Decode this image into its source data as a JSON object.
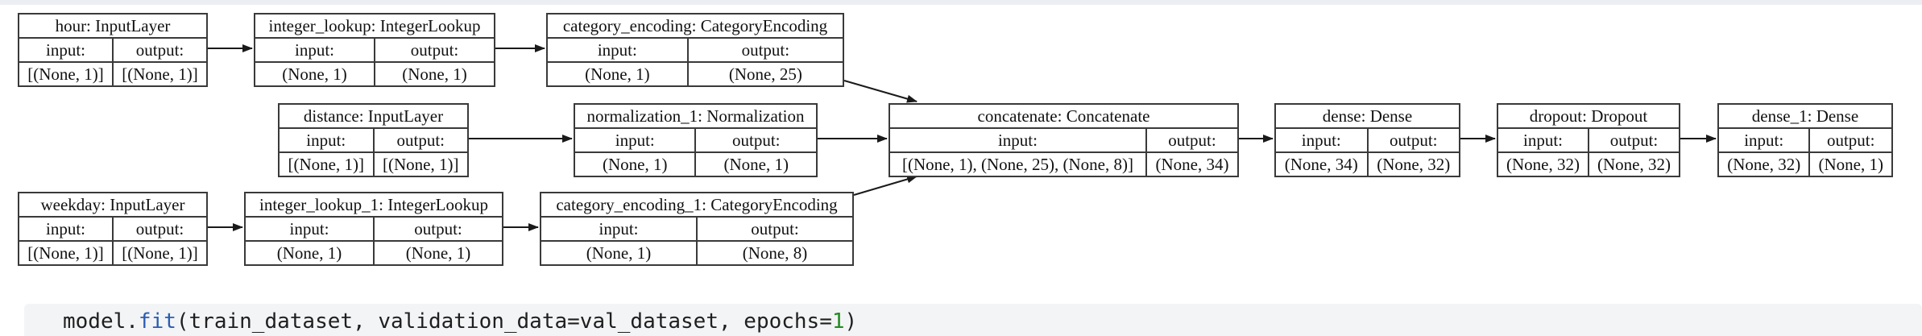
{
  "diagram": {
    "labels": {
      "input": "input:",
      "output": "output:"
    },
    "nodes": {
      "hour": {
        "title": "hour: InputLayer",
        "input_shape": "[(None, 1)]",
        "output_shape": "[(None, 1)]"
      },
      "integer_lookup": {
        "title": "integer_lookup: IntegerLookup",
        "input_shape": "(None, 1)",
        "output_shape": "(None, 1)"
      },
      "category_encoding": {
        "title": "category_encoding: CategoryEncoding",
        "input_shape": "(None, 1)",
        "output_shape": "(None, 25)"
      },
      "distance": {
        "title": "distance: InputLayer",
        "input_shape": "[(None, 1)]",
        "output_shape": "[(None, 1)]"
      },
      "normalization_1": {
        "title": "normalization_1: Normalization",
        "input_shape": "(None, 1)",
        "output_shape": "(None, 1)"
      },
      "concatenate": {
        "title": "concatenate: Concatenate",
        "input_shape": "[(None, 1), (None, 25), (None, 8)]",
        "output_shape": "(None, 34)"
      },
      "dense": {
        "title": "dense: Dense",
        "input_shape": "(None, 34)",
        "output_shape": "(None, 32)"
      },
      "dropout": {
        "title": "dropout: Dropout",
        "input_shape": "(None, 32)",
        "output_shape": "(None, 32)"
      },
      "dense_1": {
        "title": "dense_1: Dense",
        "input_shape": "(None, 32)",
        "output_shape": "(None, 1)"
      },
      "weekday": {
        "title": "weekday: InputLayer",
        "input_shape": "[(None, 1)]",
        "output_shape": "[(None, 1)]"
      },
      "integer_lookup_1": {
        "title": "integer_lookup_1: IntegerLookup",
        "input_shape": "(None, 1)",
        "output_shape": "(None, 1)"
      },
      "category_encoding_1": {
        "title": "category_encoding_1: CategoryEncoding",
        "input_shape": "(None, 1)",
        "output_shape": "(None, 8)"
      }
    }
  },
  "code_cell": {
    "tokens": {
      "t0": "model.",
      "t1": "fit",
      "t2": "(train_dataset, validation_data=val_dataset, epochs=",
      "t3": "1",
      "t4": ")"
    },
    "colors": {
      "default": "#1f1f1f",
      "function": "#2a5db0",
      "number": "#228b22",
      "cell_background": "#f3f4f6"
    }
  }
}
